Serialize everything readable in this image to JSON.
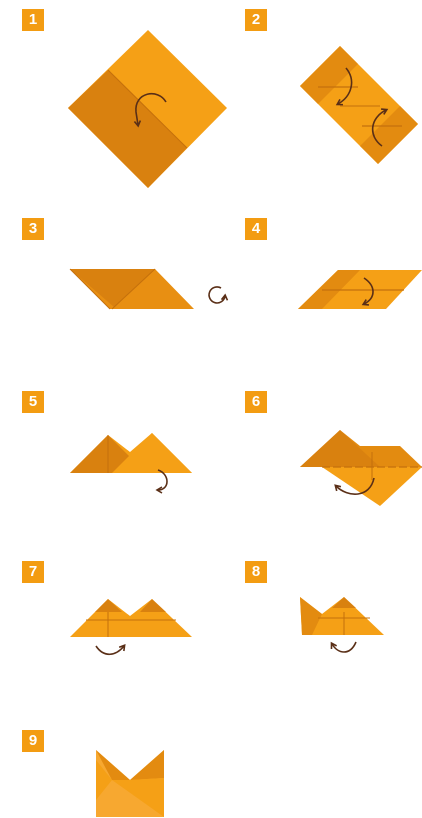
{
  "steps": [
    {
      "number": "1"
    },
    {
      "number": "2"
    },
    {
      "number": "3"
    },
    {
      "number": "4"
    },
    {
      "number": "5"
    },
    {
      "number": "6"
    },
    {
      "number": "7"
    },
    {
      "number": "8"
    },
    {
      "number": "9"
    }
  ],
  "colors": {
    "badge": "#f39c12",
    "paper_light": "#f5a016",
    "paper_mid": "#eb9012",
    "paper_dark": "#d9810f",
    "fold_line": "#c4700c",
    "arrow": "#5a2f17"
  }
}
